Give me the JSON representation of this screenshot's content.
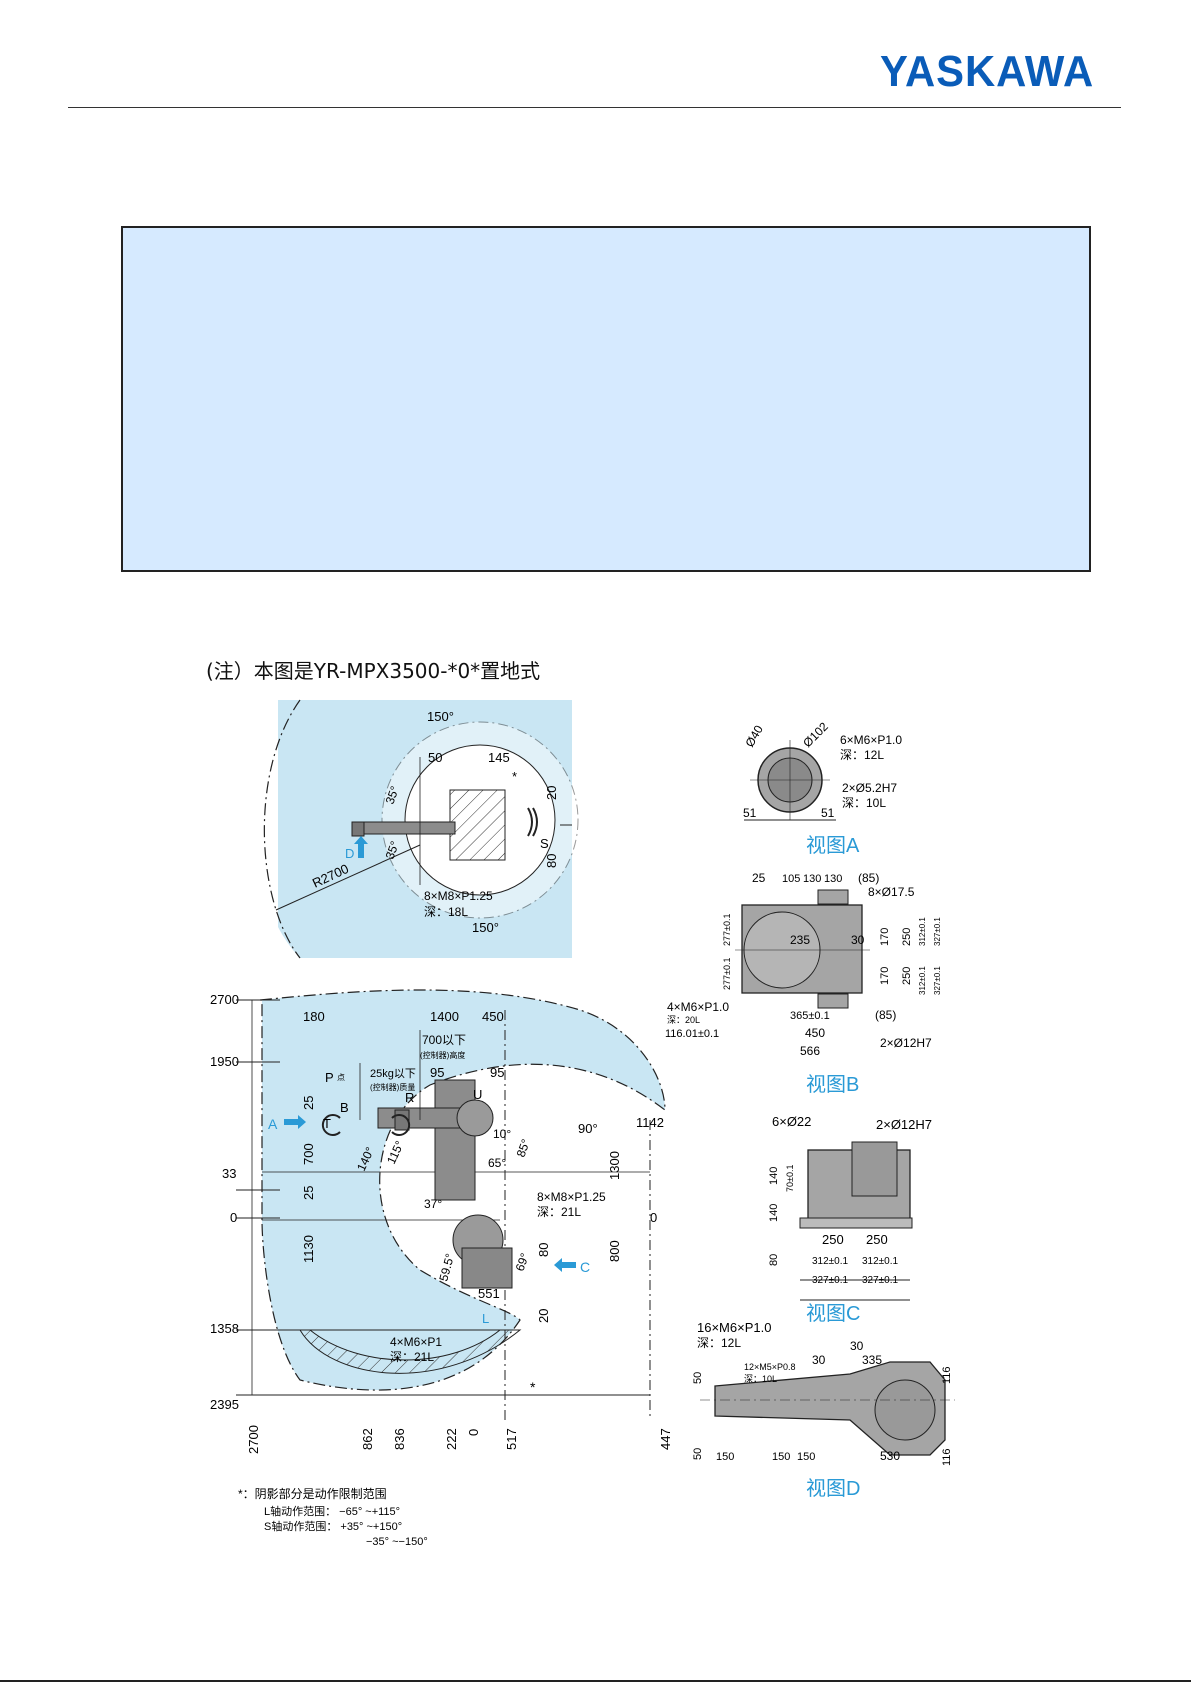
{
  "header": {
    "brand": "YASKAWA",
    "brand_color": "#0a5cb8"
  },
  "note": {
    "title": "(注）本图是YR-MPX3500-*0*置地式"
  },
  "top_view": {
    "angle_top": "150°",
    "angle_bottom": "150°",
    "dim_50": "50",
    "dim_145": "145",
    "dim_20": "20",
    "dim_80": "80",
    "angle_35a": "35°",
    "angle_35b": "35°",
    "radius": "R2700",
    "label_s": "S",
    "label_d": "D",
    "star": "*",
    "bolt": "8×M8×P1.25",
    "bolt_depth": "深：18L"
  },
  "side_view": {
    "y_labels": [
      "2700",
      "1950",
      "33",
      "0",
      "1358",
      "2395"
    ],
    "x_labels": [
      "2700",
      "862",
      "836",
      "222",
      "0",
      "517",
      "447"
    ],
    "dims_top": [
      "180",
      "1400",
      "450"
    ],
    "note_700": "700以下",
    "note_700b": "(控制器)高度",
    "note_25kg": "25kg以下",
    "note_25kgb": "(控制器)质量",
    "dims_95a": "95",
    "dims_95b": "95",
    "dim_25a": "25",
    "dim_700": "700",
    "dim_25b": "25",
    "dim_1130": "1130",
    "dim_1142": "1142",
    "dim_1300": "1300",
    "dim_800": "800",
    "dim_0r": "0",
    "dim_80": "80",
    "dim_20": "20",
    "dim_551": "551",
    "label_p": "P",
    "label_p_unit": "点",
    "label_b": "B",
    "label_r": "R",
    "label_u": "U",
    "label_t": "T",
    "label_a": "A",
    "label_c": "C",
    "label_l": "L",
    "label_star": "*",
    "angle_90": "90°",
    "angle_10": "10°",
    "angle_85": "85°",
    "angle_65": "65°",
    "angle_140": "140°",
    "angle_115": "115°",
    "angle_37": "37°",
    "angle_59": "59.5°",
    "angle_69": "69°",
    "bolt": "8×M8×P1.25",
    "bolt_depth": "深：21L",
    "bolt2": "4×M6×P1",
    "bolt2_depth": "深：21L"
  },
  "view_a": {
    "caption": "视图A",
    "dia_a": "Ø40",
    "dia_b": "Ø102",
    "screw": "6×M6×P1.0",
    "screw_depth": "深：12L",
    "pin": "2×Ø5.2H7",
    "pin_depth": "深：10L",
    "dim_51a": "51",
    "dim_51b": "51"
  },
  "view_b": {
    "caption": "视图B",
    "dims_top": [
      "25",
      "105",
      "130",
      "130",
      "(85)"
    ],
    "hole": "8×Ø17.5",
    "dim_235": "235",
    "dim_30": "30",
    "dim_170a": "170",
    "dim_170b": "170",
    "dim_250a": "250",
    "dim_250b": "250",
    "dim_312a": "312±0.1",
    "dim_327a": "327±0.1",
    "dim_312b": "312±0.1",
    "dim_327b": "327±0.1",
    "dim_277a": "277±0.1",
    "dim_277b": "277±0.1",
    "screw": "4×M6×P1.0",
    "screw_depth": "深：20L",
    "dim_365": "365±0.1",
    "dim_85b": "(85)",
    "dim_116": "116.01±0.1",
    "dim_450": "450",
    "dim_566": "566",
    "pin": "2×Ø12H7"
  },
  "view_c": {
    "caption": "视图C",
    "hole": "6×Ø22",
    "pin": "2×Ø12H7",
    "dim_140a": "140",
    "dim_140b": "140",
    "dim_70": "70±0.1",
    "dim_80": "80",
    "dim_250a": "250",
    "dim_250b": "250",
    "dim_312a": "312±0.1",
    "dim_312b": "312±0.1",
    "dim_327a": "327±0.1",
    "dim_327b": "327±0.1"
  },
  "view_d": {
    "caption": "视图D",
    "screw": "16×M6×P1.0",
    "screw_depth": "深：12L",
    "screw2": "12×M5×P0.8",
    "screw2_depth": "深：10L",
    "dim_30a": "30",
    "dim_30b": "30",
    "dim_335": "335",
    "dim_50a": "50",
    "dim_50b": "50",
    "dim_116a": "116",
    "dim_116b": "116",
    "dim_150a": "150",
    "dim_150b": "150",
    "dim_150c": "150",
    "dim_530": "530"
  },
  "footnote": {
    "line1": "*：阴影部分是动作限制范围",
    "line2": "L轴动作范围：  −65° ~+115°",
    "line3": "S轴动作范围：  +35° ~+150°",
    "line4": "−35° ~−150°"
  },
  "colors": {
    "envelope": "#c9e6f3",
    "arrow": "#2a9ad6",
    "robot": "#8c8c8c"
  }
}
